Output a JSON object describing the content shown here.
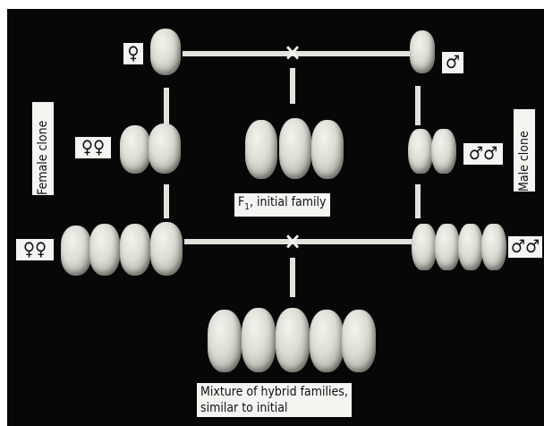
{
  "symbols": {
    "female": "♀",
    "male": "♂",
    "females": "♀♀",
    "males": "♂♂",
    "cross": "×"
  },
  "labels": {
    "female_clone": "Female clone",
    "male_clone": "Male clone",
    "f1_prefix": "F",
    "f1_subscript": "1",
    "f1_suffix": ", initial family",
    "mixture_line1": "Mixture of hybrid families,",
    "mixture_line2": "similar to initial"
  },
  "colors": {
    "background": "#070707",
    "label_background": "#f4f4f1",
    "connector": "#e3e3de"
  }
}
